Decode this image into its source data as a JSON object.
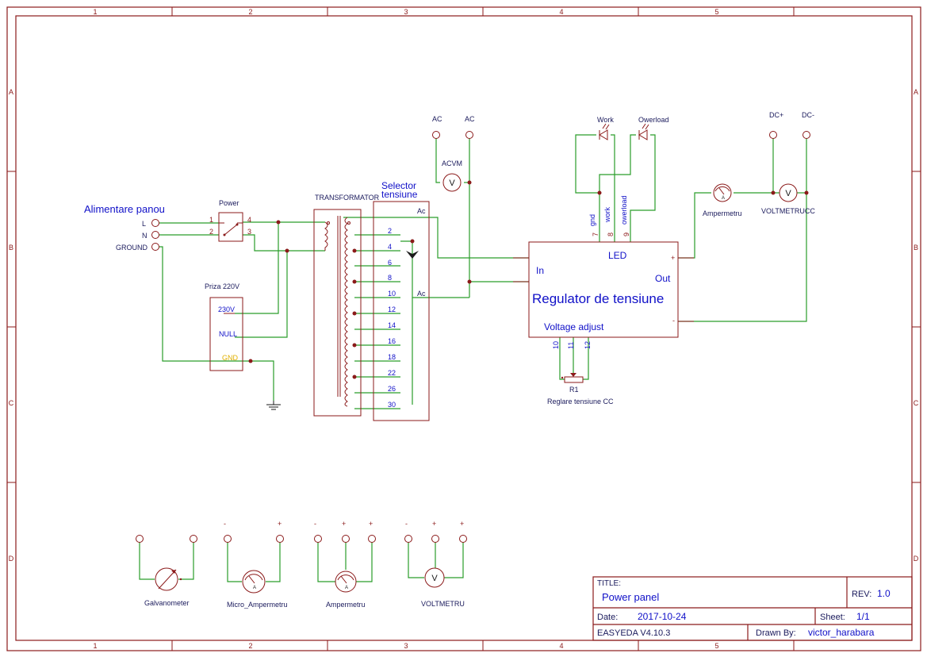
{
  "frame": {
    "columns": [
      "1",
      "2",
      "3",
      "4",
      "5"
    ],
    "rows": [
      "A",
      "B",
      "C",
      "D"
    ]
  },
  "title_block": {
    "title_label": "TITLE:",
    "title": "Power panel",
    "rev_label": "REV:",
    "rev": "1.0",
    "date_label": "Date:",
    "date": "2017-10-24",
    "sheet_label": "Sheet:",
    "sheet": "1/1",
    "tool": "EASYEDA V4.10.3",
    "drawn_by_label": "Drawn By:",
    "drawn_by": "victor_harabara"
  },
  "inputs": {
    "heading": "Alimentare panou",
    "L": "L",
    "N": "N",
    "ground": "GROUND"
  },
  "power_switch": {
    "label": "Power",
    "pins": [
      "1",
      "2",
      "4",
      "3"
    ]
  },
  "socket": {
    "label": "Priza 220V",
    "p230": "230V",
    "null": "NULL",
    "gnd": "GND"
  },
  "transformer": {
    "label": "TRANSFORMATOR"
  },
  "selector": {
    "label_line1": "Selector",
    "label_line2": "tensiune",
    "ac_top": "Ac",
    "ac_bottom": "Ac",
    "taps": [
      "2",
      "4",
      "6",
      "8",
      "10",
      "12",
      "14",
      "16",
      "18",
      "22",
      "26",
      "30"
    ]
  },
  "ac_meter": {
    "label": "ACVM",
    "ac1": "AC",
    "ac2": "AC",
    "symbol": "V"
  },
  "leds": {
    "work": "Work",
    "overload": "Owerload"
  },
  "regulator": {
    "title": "Regulator de tensiune",
    "led": "LED",
    "in": "In",
    "out": "Out",
    "voltage_adjust": "Voltage adjust",
    "plus": "+",
    "minus": "-",
    "top_pins": [
      "7",
      "8",
      "9"
    ],
    "top_pin_names": [
      "gnd",
      "work",
      "owerload"
    ],
    "bottom_pins": [
      "10",
      "11",
      "12"
    ]
  },
  "pot": {
    "ref": "R1",
    "label": "Reglare tensiune CC"
  },
  "dc": {
    "dc_plus": "DC+",
    "dc_minus": "DC-",
    "ampermetru": "Ampermetru",
    "voltmetru": "VOLTMETRUCC",
    "amp_symbol": "A",
    "volt_symbol": "V"
  },
  "legend": {
    "galvanometer": "Galvanometer",
    "micro": "Micro_Ampermetru",
    "amper": "Ampermetru",
    "volt": "VOLTMETRU",
    "minus": "-",
    "plus": "+",
    "amp_symbol": "A",
    "volt_symbol": "V"
  }
}
